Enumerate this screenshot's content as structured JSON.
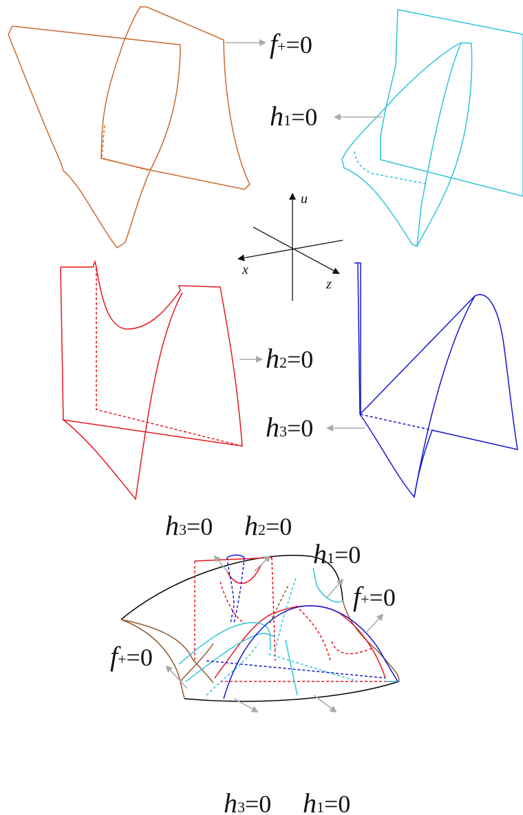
{
  "labels": {
    "f_plus": {
      "main": "f",
      "sub": "+",
      "eq": "=0"
    },
    "h1": {
      "main": "h",
      "sub": "1",
      "eq": "=0"
    },
    "h2": {
      "main": "h",
      "sub": "2",
      "eq": "=0"
    },
    "h3": {
      "main": "h",
      "sub": "3",
      "eq": "=0"
    }
  },
  "axes": {
    "u": "u",
    "x": "x",
    "z": "z"
  },
  "colors": {
    "f_plus": "#c8692e",
    "h1": "#2ec4dc",
    "h2": "#e8141e",
    "h3": "#1414d2",
    "outline": "#000000",
    "brown": "#8b5a2b",
    "arrow": "#aaaaaa"
  }
}
